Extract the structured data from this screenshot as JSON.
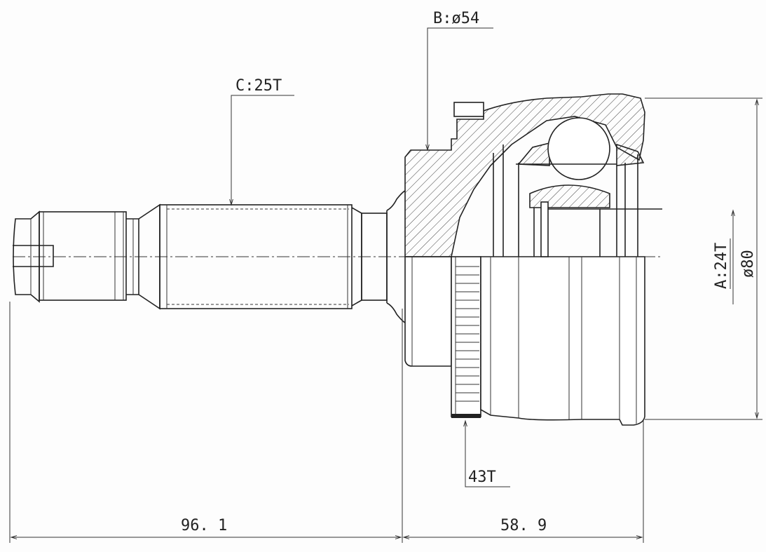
{
  "labels": {
    "bore_diameter": "B:ø54",
    "shaft_spline": "C:25T",
    "inner_spline": "A:24T",
    "outer_diameter": "ø80",
    "abs_ring_teeth": "43T",
    "shaft_length": "96. 1",
    "housing_length": "58. 9"
  },
  "colors": {
    "ink": "#222222",
    "paper": "#fdfdfd"
  }
}
